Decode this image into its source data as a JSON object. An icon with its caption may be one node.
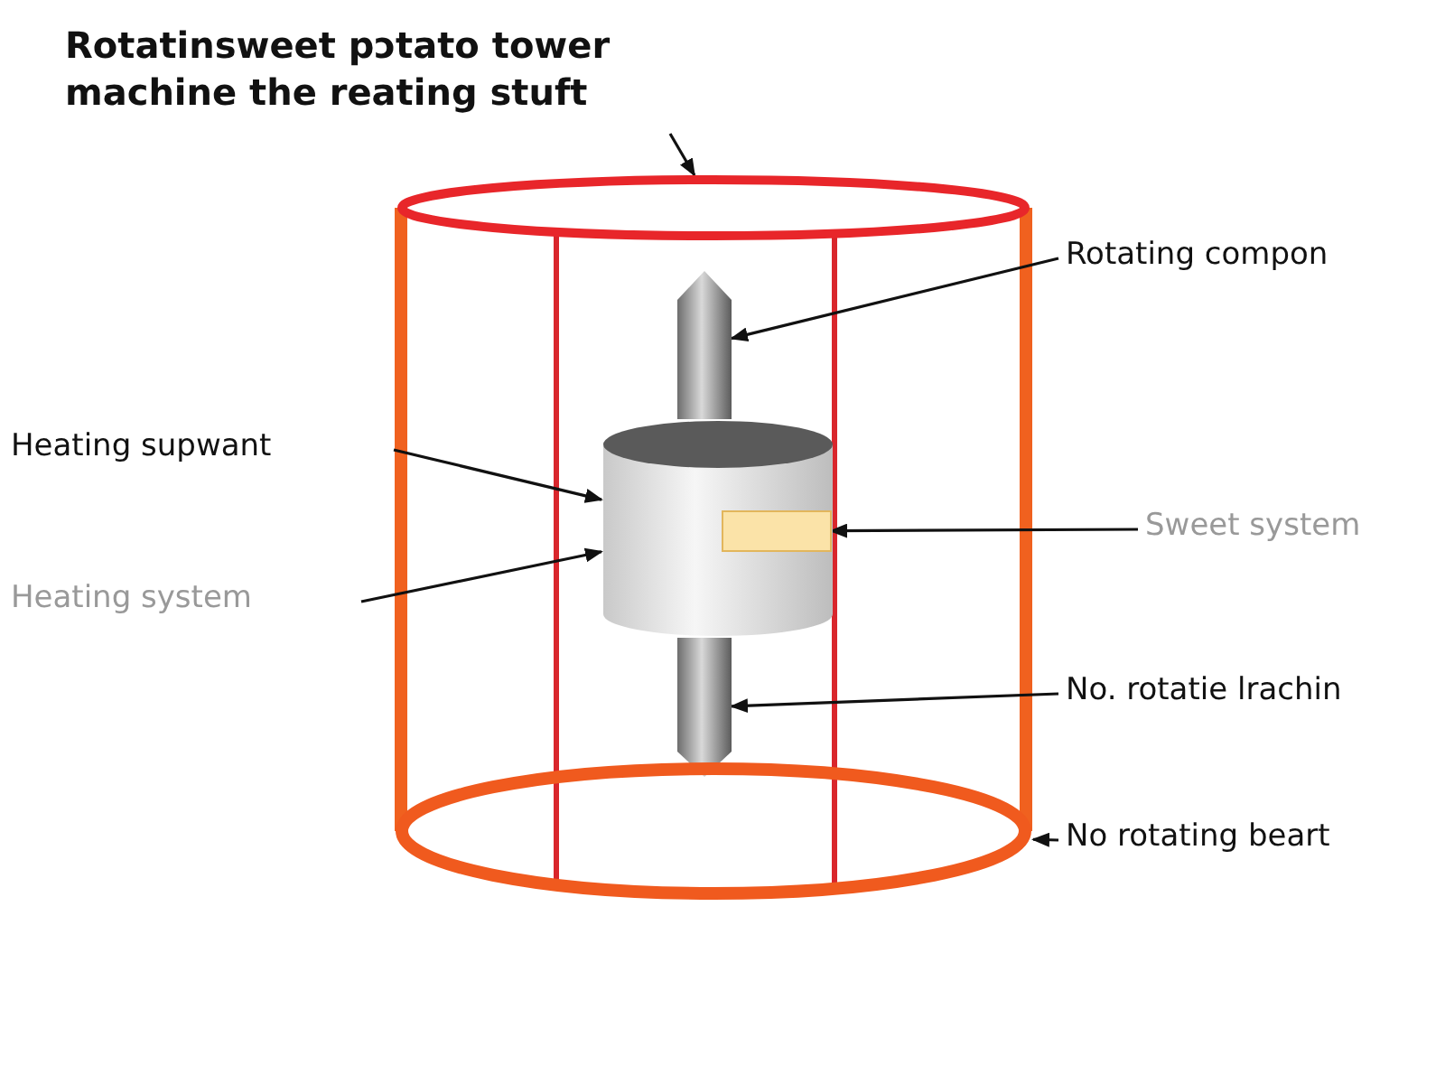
{
  "diagram": {
    "nodes": [
      {
        "text": [
          "Rotatinsweet pɔtato tower machine the reating stuft"
        ]
      },
      {
        "text": [
          "Rotating compon"
        ]
      },
      {
        "text": [
          "Heating supwant"
        ]
      },
      {
        "text": [
          "Sweet system"
        ]
      },
      {
        "text": [
          "Heating system"
        ]
      },
      {
        "text": [
          "No. rotatie lrachin"
        ]
      },
      {
        "text": [
          "No rotating beart"
        ]
      },
      {
        "text": [],
        "shape": "circle"
      },
      {
        "text": [],
        "shape": "bar"
      },
      {
        "text": [],
        "shape": "cylinder"
      },
      {
        "text": [],
        "shape": "bar",
        "in": 9
      },
      {
        "text": [],
        "shape": "bar"
      },
      {
        "text": [],
        "shape": "circle"
      }
    ],
    "edges": [
      {
        "from": 0,
        "to": 7,
        "arrow": "to"
      },
      {
        "from": 1,
        "to": 8,
        "arrow": "to"
      },
      {
        "from": 2,
        "to": 9,
        "arrow": "to"
      },
      {
        "from": 3,
        "to": 10,
        "arrow": "to"
      },
      {
        "from": 4,
        "to": 9,
        "arrow": "to"
      },
      {
        "from": 5,
        "to": 11,
        "arrow": "to"
      },
      {
        "from": 6,
        "to": 12,
        "arrow": "to"
      }
    ]
  }
}
